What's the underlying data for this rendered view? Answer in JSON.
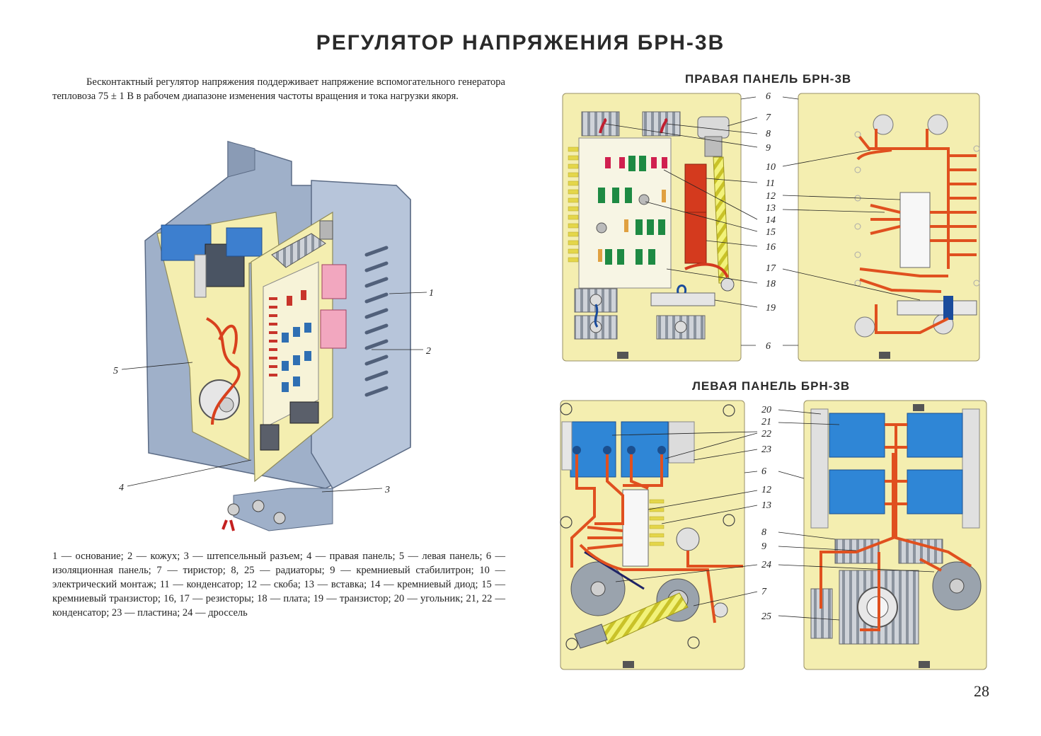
{
  "title": "РЕГУЛЯТОР НАПРЯЖЕНИЯ БРН-3В",
  "intro": "Бесконтактный регулятор напряжения поддерживает напряжение вспомогательного генератора тепловоза 75 ± 1 В в рабочем диапазоне изменения частоты вращения и тока нагрузки якоря.",
  "caption": "1 — основание; 2 — кожух; 3 — штепсельный разъем; 4 — правая панель; 5 — левая панель; 6 — изоляционная панель; 7 — тиристор; 8, 25 — радиаторы; 9 — кремниевый стабилитрон; 10 — электрический монтаж; 11 — конденсатор; 12 — скоба; 13 — вставка; 14 — кремниевый диод; 15 — кремниевый транзистор; 16, 17 — резисторы; 18 — плата; 19 — транзистор; 20 — угольник; 21, 22 — конденсатор; 23 — пластина; 24 — дроссель",
  "right_panel_title": "ПРАВАЯ ПАНЕЛЬ БРН-3В",
  "left_panel_title": "ЛЕВАЯ ПАНЕЛЬ БРН-3В",
  "page_number": "28",
  "labels": {
    "main": [
      "1",
      "2",
      "3",
      "4",
      "5"
    ],
    "right_panel": [
      "6",
      "6",
      "7",
      "8",
      "9",
      "10",
      "11",
      "12",
      "13",
      "14",
      "15",
      "16",
      "17",
      "18",
      "19",
      "6",
      "6"
    ],
    "left_panel": [
      "20",
      "21",
      "22",
      "23",
      "6",
      "12",
      "13",
      "8",
      "9",
      "24",
      "7",
      "25"
    ]
  },
  "colors": {
    "panel": "#f4eeb0",
    "housing": "#a7b7cf",
    "wire": "#e0501f",
    "capacitor": "#2f86d6",
    "component_green": "#1e8a43",
    "component_red": "#d0204f",
    "resistor": "#c8342a",
    "choke": "#e6e64a"
  }
}
